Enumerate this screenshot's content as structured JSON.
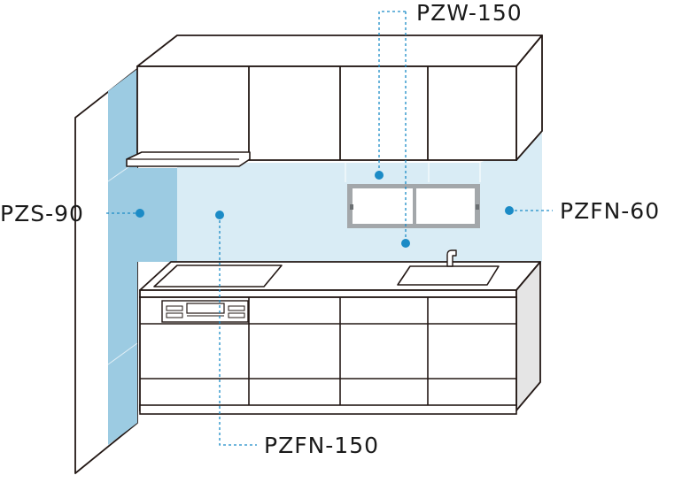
{
  "colors": {
    "line": "#231815",
    "panel_light": "#d9ecf5",
    "panel_dark": "#9ccbe2",
    "callout": "#1b8bc6",
    "window_frame": "#a3a7aa",
    "side_gray": "#e5e5e5"
  },
  "labels": {
    "pzw": "PZW-150",
    "pzs": "PZS-90",
    "pzfn60": "PZFN-60",
    "pzfn150": "PZFN-150"
  }
}
